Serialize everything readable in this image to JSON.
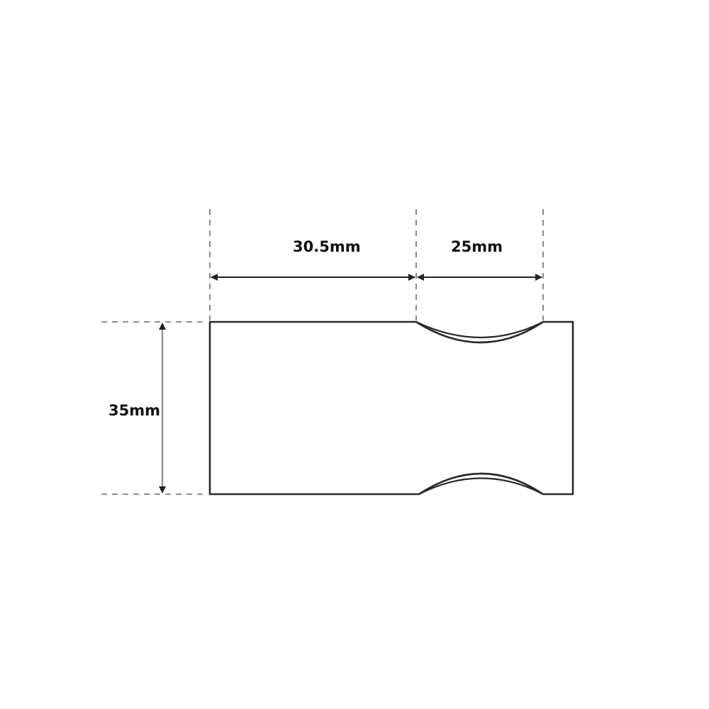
{
  "dimensions": {
    "left_width": "30.5mm",
    "notch_width": "25mm",
    "height": "35mm"
  },
  "colors": {
    "outline": "#2a2a2a",
    "extension_line": "#6b6b6b",
    "arrow": "#222222",
    "vertical_dimension_line": "#8a8a8a",
    "label": "#111111",
    "background": "#ffffff"
  }
}
